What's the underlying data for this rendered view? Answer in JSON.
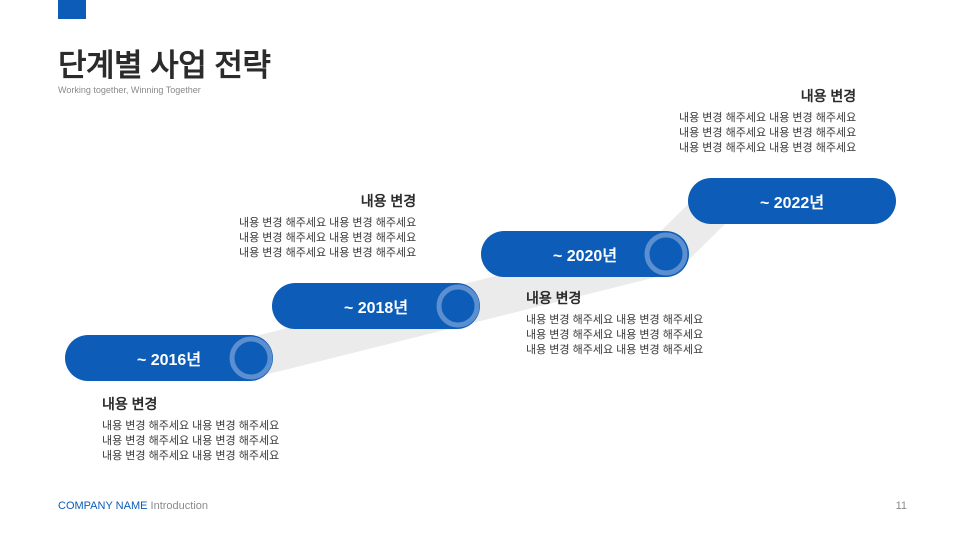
{
  "header": {
    "title": "단계별 사업 전략",
    "subtitle": "Working together, Winning Together"
  },
  "steps": [
    {
      "year": "~ 2016년",
      "heading": "내용 변경",
      "lines": [
        "내용 변경 해주세요 내용 변경 해주세요",
        "내용 변경 해주세요 내용 변경 해주세요",
        "내용 변경 해주세요 내용 변경 해주세요"
      ]
    },
    {
      "year": "~ 2018년",
      "heading": "내용 변경",
      "lines": [
        "내용 변경 해주세요 내용 변경 해주세요",
        "내용 변경 해주세요 내용 변경 해주세요",
        "내용 변경 해주세요 내용 변경 해주세요"
      ]
    },
    {
      "year": "~ 2020년",
      "heading": "내용 변경",
      "lines": [
        "내용 변경 해주세요 내용 변경 해주세요",
        "내용 변경 해주세요 내용 변경 해주세요",
        "내용 변경 해주세요 내용 변경 해주세요"
      ]
    },
    {
      "year": "~ 2022년",
      "heading": "내용 변경",
      "lines": [
        "내용 변경 해주세요 내용 변경 해주세요",
        "내용 변경 해주세요 내용 변경 해주세요",
        "내용 변경 해주세요 내용 변경 해주세요"
      ]
    }
  ],
  "footer": {
    "company": "COMPANY NAME",
    "section": "Introduction",
    "page": "11"
  },
  "colors": {
    "accent": "#0c5cb8",
    "ring": "#5b8fd0",
    "connector": "#ebebeb"
  }
}
